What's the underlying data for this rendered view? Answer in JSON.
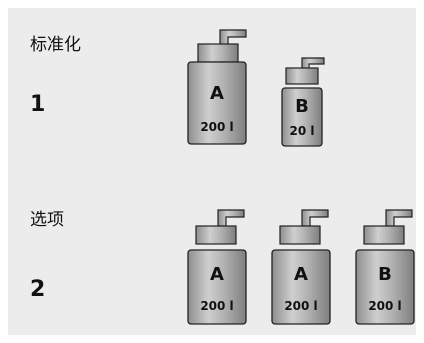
{
  "sections": [
    {
      "label": "标准化",
      "number": "1",
      "containers": [
        {
          "letter": "A",
          "volume": "200 l"
        },
        {
          "letter": "B",
          "volume": "20 l"
        }
      ]
    },
    {
      "label": "选项",
      "number": "2",
      "containers": [
        {
          "letter": "A",
          "volume": "200 l"
        },
        {
          "letter": "A",
          "volume": "200 l"
        },
        {
          "letter": "B",
          "volume": "200 l"
        }
      ]
    }
  ],
  "colors": {
    "panel": "#ececec",
    "body": "#a8a8a8",
    "body_light": "#d6d6d6",
    "outline": "#222222"
  }
}
